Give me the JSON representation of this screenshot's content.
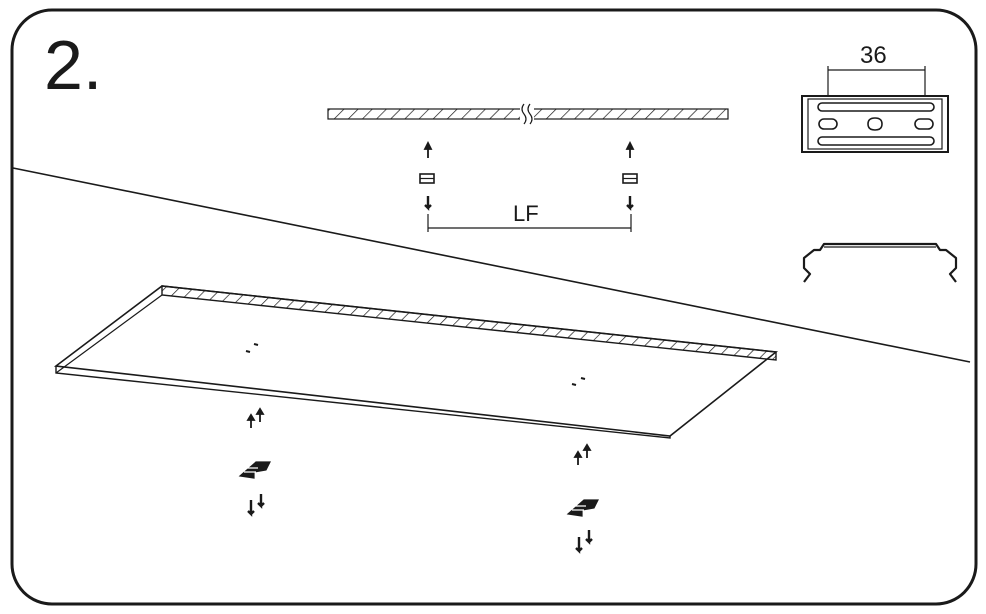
{
  "step": {
    "number": "2."
  },
  "bracket_detail": {
    "width_label": "36"
  },
  "ceiling_detail": {
    "spacing_label": "LF"
  },
  "colors": {
    "line": "#1a1a1a",
    "background": "#ffffff"
  },
  "icons": [
    "screw-icon",
    "wall-plug-icon",
    "mounting-clip-icon",
    "mounting-bracket-icon",
    "profile-section-icon"
  ]
}
